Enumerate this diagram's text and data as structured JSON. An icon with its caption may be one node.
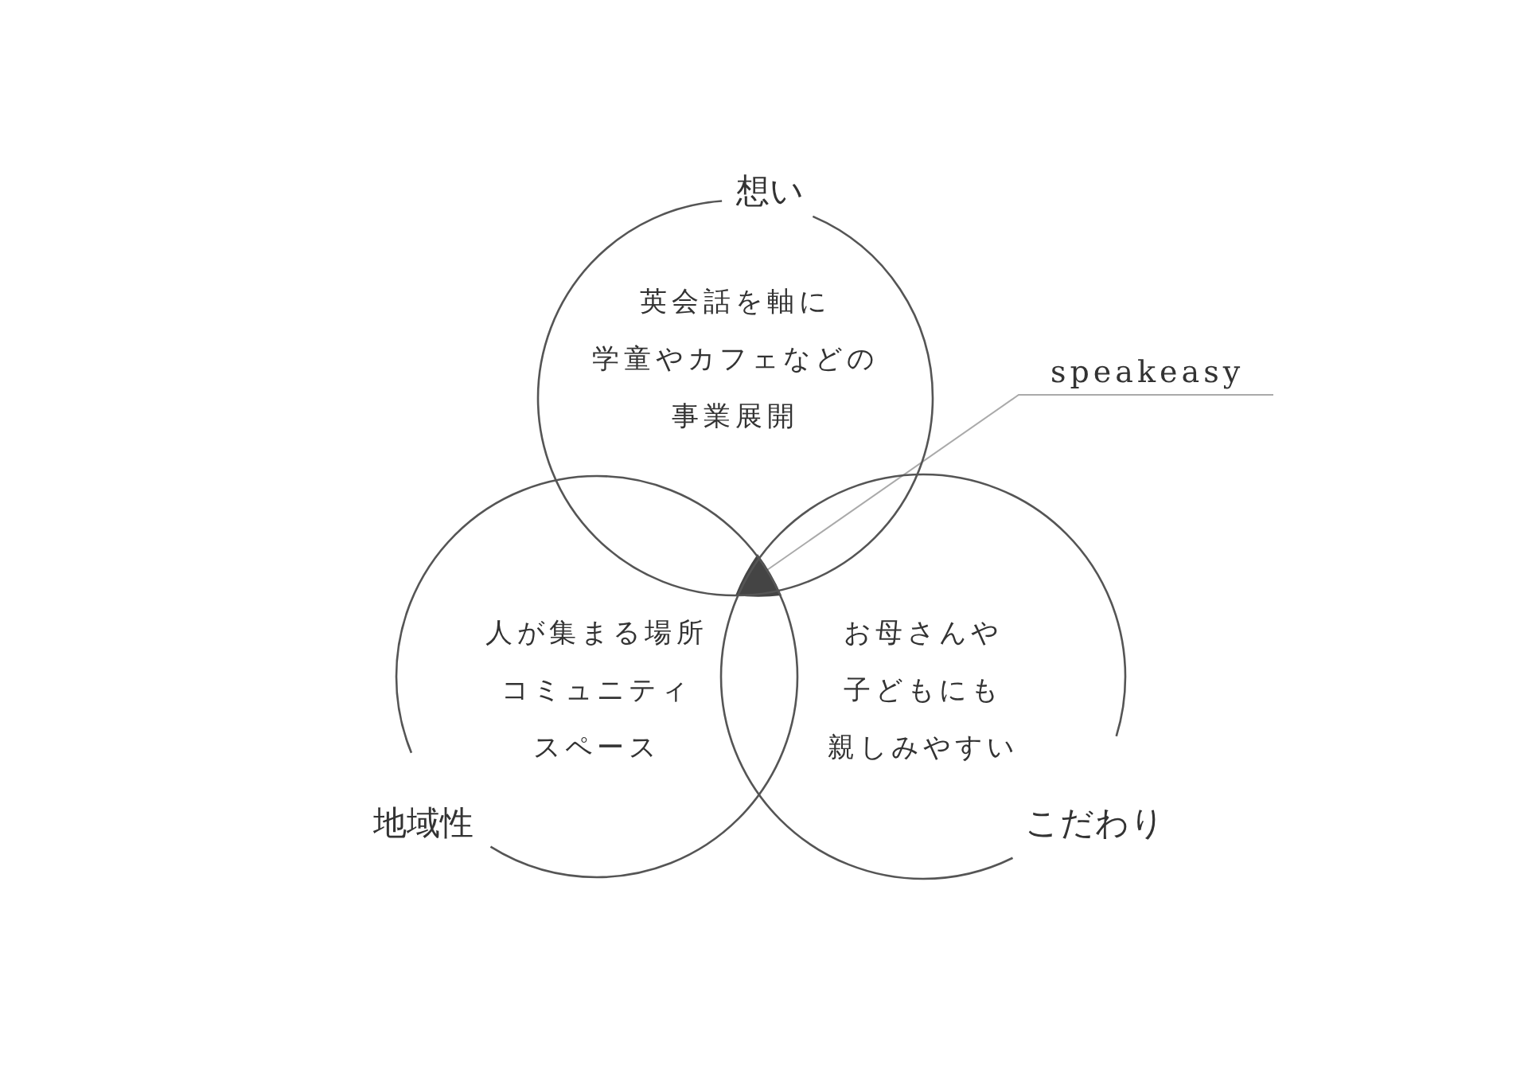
{
  "diagram": {
    "nodes": [
      {
        "text": [
          "想い",
          "英会話を軸に学童やカフェなどの事業展開"
        ]
      },
      {
        "text": [
          "地域性",
          "人が集まる場所コミュニティスペース"
        ]
      },
      {
        "text": [
          "こだわり",
          "お母さんや子どもにも親しみやすい"
        ]
      },
      {
        "text": [
          "speakeasy"
        ]
      },
      {
        "text": [],
        "shape": "triangle"
      }
    ],
    "edges": [
      {
        "from": 3,
        "to": 4,
        "arrow": "none"
      }
    ]
  }
}
